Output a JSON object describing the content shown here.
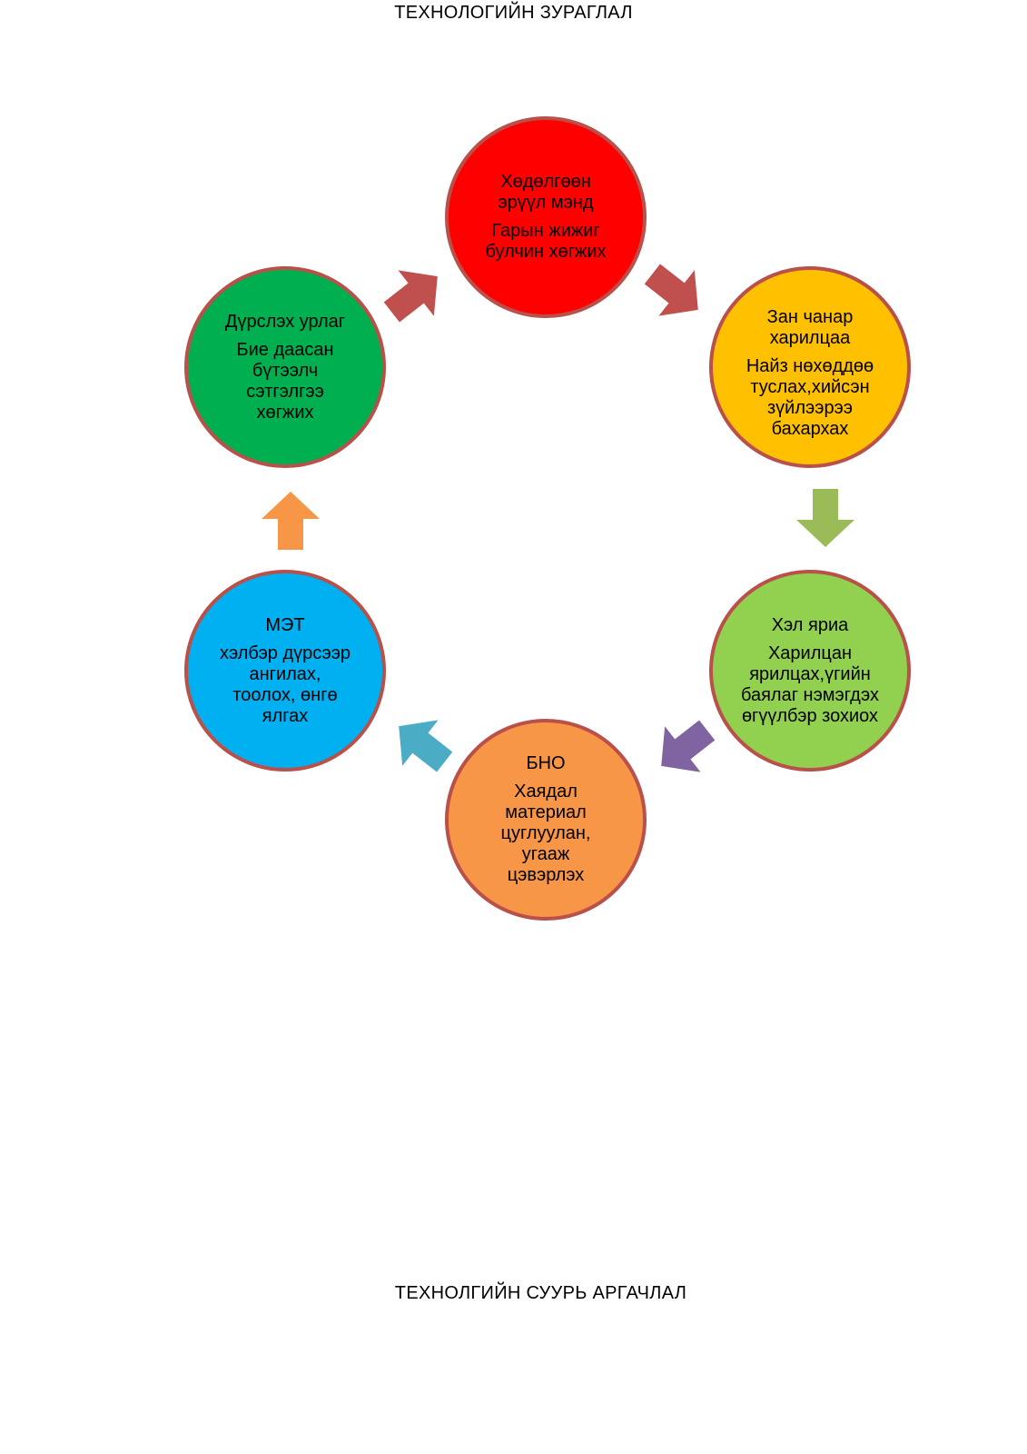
{
  "title": "ТЕХНОЛОГИЙН ЗУРАГЛАЛ",
  "footer": "ТЕХНОЛГИЙН СУУРЬ АРГАЧЛАЛ",
  "nodes": {
    "top": {
      "heading": "Хөдөлгөөн эрүүл мэнд",
      "body": "Гарын жижиг булчин хөгжих",
      "color": "#ff0000"
    },
    "right": {
      "heading": "Зан чанар харилцаа",
      "body": "Найз нөхөддөө туслах,хийсэн зүйлээрээ бахархах",
      "color": "#ffc000"
    },
    "bright": {
      "heading": "Хэл яриа",
      "body": "Харилцан ярилцах,үгийн баялаг нэмэгдэх өгүүлбэр зохиох",
      "color": "#92d050"
    },
    "bottom": {
      "heading": "БНО",
      "body": "Хаядал материал цуглуулан, угааж цэвэрлэх",
      "color": "#f79646"
    },
    "bleft": {
      "heading": "МЭТ",
      "body": "хэлбэр дүрсээр ангилах, тоолох, өнгө ялгах",
      "color": "#00b0f0"
    },
    "left": {
      "heading": "Дүрслэх урлаг",
      "body": "Бие даасан бүтээлч сэтгэлгээ хөгжих",
      "color": "#00b050"
    }
  },
  "arrow_colors": {
    "left_to_top": "#c0504d",
    "top_to_right": "#c0504d",
    "right_to_bright": "#9bbb59",
    "bright_to_bottom": "#8064a2",
    "bottom_to_bleft": "#4bacc6",
    "bleft_to_left": "#f79646"
  }
}
